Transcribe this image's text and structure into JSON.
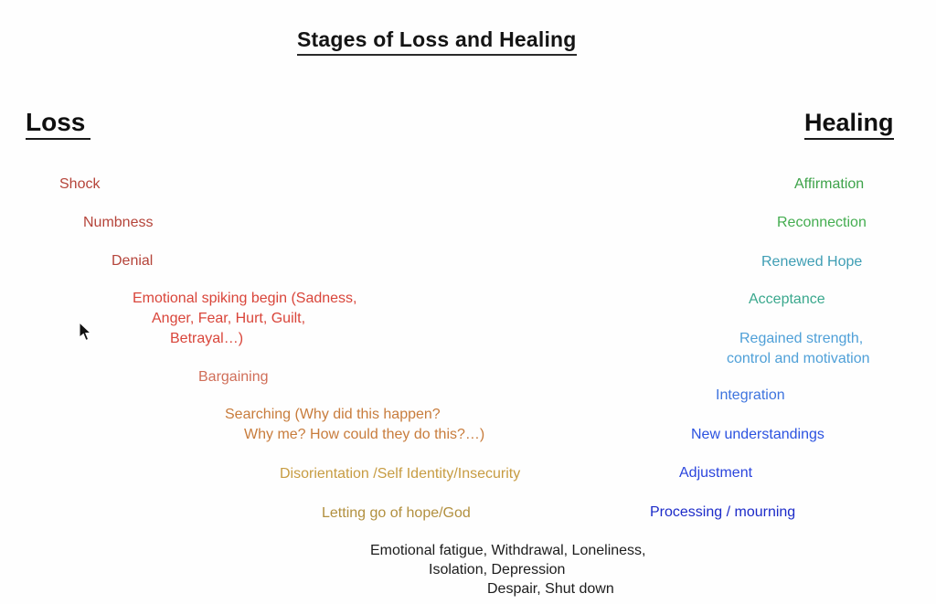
{
  "title": "Stages of Loss and Healing",
  "columns": {
    "loss": {
      "header": "Loss",
      "items": [
        {
          "label": "shock",
          "color": "#b5443a",
          "lines": [
            "Shock"
          ]
        },
        {
          "label": "numbness",
          "color": "#b5443a",
          "lines": [
            "Numbness"
          ]
        },
        {
          "label": "denial",
          "color": "#b5443a",
          "lines": [
            "Denial"
          ]
        },
        {
          "label": "emotional-spiking",
          "color": "#d9453a",
          "lines": [
            "Emotional spiking begin (Sadness,",
            "Anger, Fear, Hurt, Guilt,",
            "Betrayal…)"
          ]
        },
        {
          "label": "bargaining",
          "color": "#d06e58",
          "lines": [
            "Bargaining"
          ]
        },
        {
          "label": "searching",
          "color": "#c87c3c",
          "lines": [
            "Searching (Why did this happen?",
            "Why me? How could they do this?…)"
          ]
        },
        {
          "label": "disorientation",
          "color": "#c79c42",
          "lines": [
            "Disorientation /Self Identity/Insecurity"
          ]
        },
        {
          "label": "letting-go",
          "color": "#b2903f",
          "lines": [
            "Letting go of hope/God"
          ]
        },
        {
          "label": "depression-cluster",
          "color": "#1c1c1c",
          "lines": [
            "Emotional fatigue, Withdrawal, Loneliness,",
            "Isolation, Depression",
            "Despair, Shut down"
          ]
        }
      ]
    },
    "healing": {
      "header": "Healing",
      "items": [
        {
          "label": "affirmation",
          "color": "#3ea34a",
          "lines": [
            "Affirmation"
          ]
        },
        {
          "label": "reconnection",
          "color": "#44ad50",
          "lines": [
            "Reconnection"
          ]
        },
        {
          "label": "renewed-hope",
          "color": "#3f9eb4",
          "lines": [
            "Renewed Hope"
          ]
        },
        {
          "label": "acceptance",
          "color": "#3aa88d",
          "lines": [
            "Acceptance"
          ]
        },
        {
          "label": "regained-strength",
          "color": "#4fa0d8",
          "lines": [
            "Regained strength,",
            "control and motivation"
          ]
        },
        {
          "label": "integration",
          "color": "#3e74de",
          "lines": [
            "Integration"
          ]
        },
        {
          "label": "new-understandings",
          "color": "#2b52e0",
          "lines": [
            "New understandings"
          ]
        },
        {
          "label": "adjustment",
          "color": "#2b45dd",
          "lines": [
            "Adjustment"
          ]
        },
        {
          "label": "processing-mourning",
          "color": "#1c2bc9",
          "lines": [
            "Processing / mourning"
          ]
        }
      ]
    }
  },
  "cursor_icon": "mouse-pointer"
}
